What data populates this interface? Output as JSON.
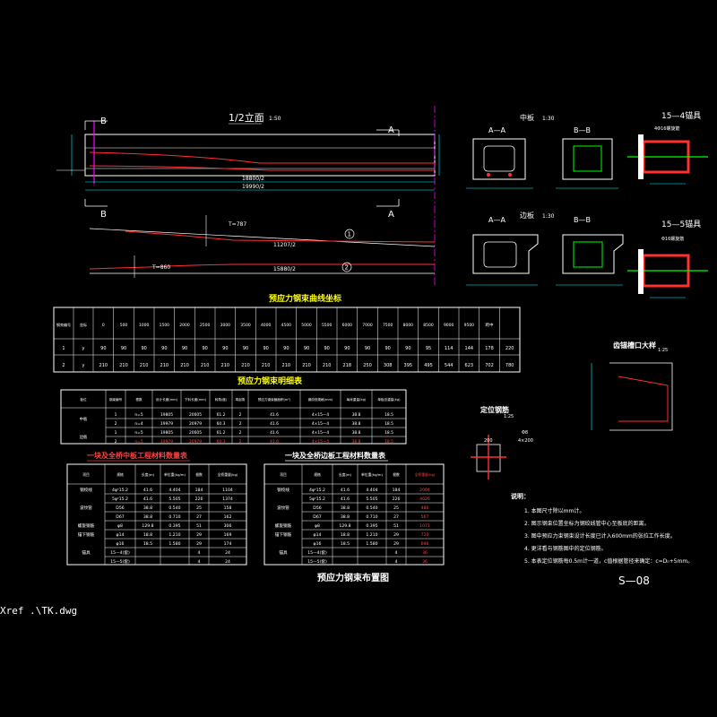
{
  "elevation": {
    "title": "1/2立面",
    "scale": "1:50",
    "section_b": "B",
    "section_a": "A",
    "dim_1": "18800/2",
    "dim_2": "19990/2",
    "tendon_t1": "T=787",
    "tendon_t2": "T=860",
    "tendon_label_1": "1",
    "tendon_label_2": "2",
    "tendon_len_1": "11207/2",
    "tendon_len_2": "15880/2"
  },
  "mid_plate": {
    "title": "中板",
    "scale": "1:30",
    "section_a": "A—A",
    "section_b": "B—B"
  },
  "side_plate": {
    "title": "边板",
    "scale": "1:30",
    "section_a": "A—A",
    "section_b": "B—B"
  },
  "anchor_4": {
    "title": "15—4锚具",
    "label": "4Φ16螺旋筋"
  },
  "anchor_5": {
    "title": "15—5锚具",
    "label": "Φ16螺旋筋"
  },
  "coord_table": {
    "title": "预应力钢束曲线坐标",
    "header": [
      "钢束编号",
      "坐标",
      "0",
      "500",
      "1000",
      "1500",
      "2000",
      "2500",
      "3000",
      "3500",
      "4000",
      "4500",
      "5000",
      "5500",
      "6000",
      "7000",
      "7500",
      "8000",
      "8500",
      "9000",
      "9500",
      "跨中"
    ],
    "rows": [
      [
        "1",
        "y",
        "90",
        "90",
        "90",
        "90",
        "90",
        "90",
        "90",
        "90",
        "90",
        "90",
        "90",
        "90",
        "90",
        "90",
        "90",
        "90",
        "95",
        "114",
        "144",
        "178",
        "220"
      ],
      [
        "2",
        "y",
        "210",
        "210",
        "210",
        "210",
        "210",
        "210",
        "210",
        "210",
        "210",
        "210",
        "210",
        "210",
        "218",
        "250",
        "308",
        "395",
        "495",
        "544",
        "623",
        "702",
        "780"
      ]
    ]
  },
  "tendon_detail_table": {
    "title": "预应力钢束明细表",
    "header": [
      "板位",
      "钢束编号",
      "根数",
      "设计长度(mm)",
      "下料长度(mm)",
      "转角(度)",
      "弯起角",
      "预应力钢束截面积(m²)",
      "钢绞线规格(mm)",
      "每米重量(kg)",
      "单板总重量(kg)"
    ],
    "rows": [
      [
        "中板",
        "1",
        "n=5",
        "19805",
        "20605",
        "61.2",
        "2",
        "41.6",
        "4×15—4",
        "38.8",
        "18.5"
      ],
      [
        "中板",
        "2",
        "n=4",
        "19979",
        "20979",
        "60.3",
        "2",
        "41.6",
        "4×15—4",
        "38.8",
        "18.5"
      ],
      [
        "边板",
        "1",
        "n=5",
        "19805",
        "20605",
        "61.2",
        "2",
        "41.6",
        "4×15—4",
        "38.8",
        "18.5"
      ],
      [
        "边板",
        "2",
        "n=5",
        "19979",
        "20979",
        "60.3",
        "2",
        "41.6",
        "4×15—5",
        "38.8",
        "18.5"
      ]
    ]
  },
  "qty_table_mid": {
    "title": "一块及全桥中板工程材料数量表",
    "header": [
      "项目",
      "规格",
      "长度(m)",
      "单位重(kg/m)",
      "根数",
      "全桥重量(kg)"
    ],
    "rows": [
      [
        "钢绞线",
        "4φˢ15.2",
        "41.6",
        "4.404",
        "184",
        "1104"
      ],
      [
        "钢绞线",
        "5φˢ15.2",
        "41.6",
        "5.505",
        "226",
        "1374"
      ],
      [
        "波纹管",
        "D56",
        "38.8",
        "0.540",
        "25",
        "158"
      ],
      [
        "波纹管",
        "D67",
        "38.8",
        "0.710",
        "27",
        "162"
      ],
      [
        "螺旋钢筋",
        "φ8",
        "129.8",
        "0.395",
        "51",
        "306"
      ],
      [
        "锚下钢筋",
        "φ14",
        "18.8",
        "1.210",
        "29",
        "169"
      ],
      [
        "锚下钢筋",
        "φ16",
        "18.5",
        "1.580",
        "29",
        "174"
      ],
      [
        "锚具",
        "15—4(套)",
        "",
        "",
        "4",
        "24"
      ],
      [
        "锚具",
        "15—5(套)",
        "",
        "",
        "4",
        "24"
      ]
    ]
  },
  "qty_table_side": {
    "title": "一块及全桥边板工程材料数量表",
    "header": [
      "项目",
      "规格",
      "长度(m)",
      "单位重(kg/m)",
      "根数",
      "全桥重量(kg)"
    ],
    "rows": [
      [
        "钢绞线",
        "4φˢ15.2",
        "41.6",
        "4.404",
        "184",
        "2004"
      ],
      [
        "钢绞线",
        "5φˢ15.2",
        "41.6",
        "5.505",
        "226",
        "4026"
      ],
      [
        "波纹管",
        "D56",
        "38.8",
        "0.540",
        "25",
        "486"
      ],
      [
        "波纹管",
        "D67",
        "38.8",
        "0.710",
        "27",
        "567"
      ],
      [
        "螺旋钢筋",
        "φ8",
        "129.8",
        "0.395",
        "51",
        "1071"
      ],
      [
        "锚下钢筋",
        "φ14",
        "18.8",
        "1.210",
        "29",
        "720"
      ],
      [
        "锚下钢筋",
        "φ16",
        "18.5",
        "1.580",
        "29",
        "696"
      ],
      [
        "锚具",
        "15—4(套)",
        "",
        "",
        "4",
        "36"
      ],
      [
        "锚具",
        "15—5(套)",
        "",
        "",
        "4",
        "36"
      ]
    ]
  },
  "positioning_bar": {
    "title": "定位钢筋",
    "scale": "1:25",
    "dim": "200",
    "label": "Φ8",
    "spacing": "4×200"
  },
  "anchor_groove": {
    "title": "齿锚槽口大样",
    "scale": "1:25"
  },
  "notes": {
    "heading": "说明：",
    "items": [
      "1. 本图尺寸除以mm计。",
      "2. 图示钢束位置坐标为钢绞线管中心至板底的距离。",
      "3. 图中预应力束钢束设计长度已计入600mm的张拉工作长度。",
      "4. 更详看与钢筋图中的定位钢筋。",
      "5. 本表定位钢筋每0.5m计一道，c值根据管径来确定：c=D₀+5mm。"
    ]
  },
  "sheet": {
    "title": "预应力钢束布置图",
    "number": "S—08",
    "xref": "Xref .\\TK.dwg"
  },
  "colors": {
    "background": "#000000",
    "line": "#ffffff",
    "title": "#ffff00",
    "tendon": "#ff3030",
    "dimension": "#00ffff",
    "accent": "#00ff00",
    "magenta": "#ff00ff"
  }
}
